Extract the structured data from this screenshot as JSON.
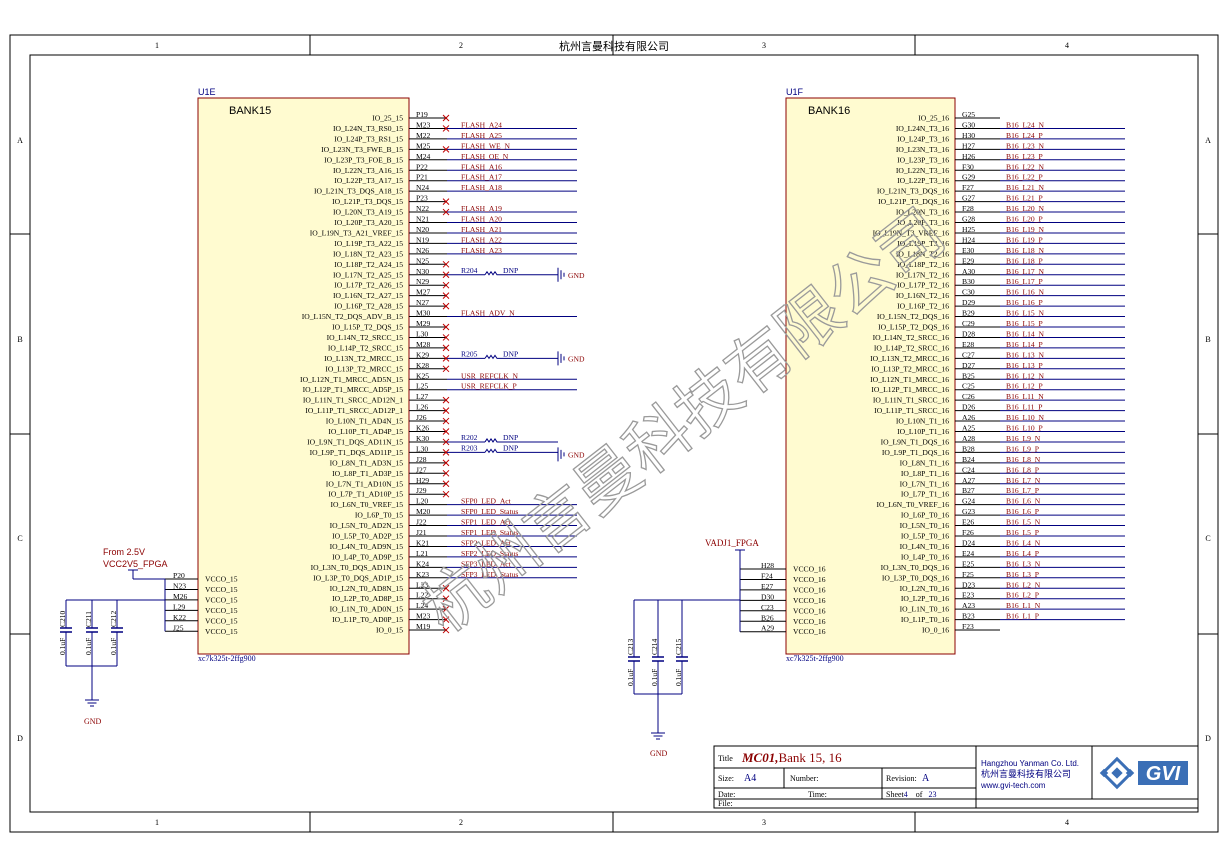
{
  "company": "杭州言曼科技有限公司",
  "watermark": "杭州言曼科技有限公司",
  "zones": {
    "cols": [
      "1",
      "2",
      "3",
      "4"
    ],
    "rows": [
      "A",
      "B",
      "C",
      "D"
    ]
  },
  "title_block": {
    "title_label": "Title",
    "title_bold": "MC01,",
    "title_rest": "Bank 15, 16",
    "size_label": "Size:",
    "size_value": "A4",
    "number_label": "Number:",
    "revision_label": "Revision:",
    "revision_value": "A",
    "date_label": "Date:",
    "time_label": "Time:",
    "sheet_label": "Sheet",
    "sheet_num": "4",
    "of_label": "of",
    "sheet_total": "23",
    "file_label": "File:",
    "company_en": "Hangzhou Yanman Co. Ltd.",
    "company_cn": "杭州言曼科技有限公司",
    "website": "www.gvi-tech.com",
    "logo_text": "GVI"
  },
  "left_part": {
    "ref": "U1E",
    "bank": "BANK15",
    "part_no": "xc7k325t-2ffg900",
    "pins": [
      {
        "name": "IO_25_15",
        "num": "P19",
        "net": "",
        "x": true
      },
      {
        "name": "IO_L24N_T3_RS0_15",
        "num": "M23",
        "net": "FLASH_A24",
        "x": true
      },
      {
        "name": "IO_L24P_T3_RS1_15",
        "num": "M22",
        "net": "FLASH_A25",
        "x": false
      },
      {
        "name": "IO_L23N_T3_FWE_B_15",
        "num": "M25",
        "net": "FLASH_WE_N",
        "x": true
      },
      {
        "name": "IO_L23P_T3_FOE_B_15",
        "num": "M24",
        "net": "FLASH_OE_N",
        "x": false
      },
      {
        "name": "IO_L22N_T3_A16_15",
        "num": "P22",
        "net": "FLASH_A16",
        "x": false
      },
      {
        "name": "IO_L22P_T3_A17_15",
        "num": "P21",
        "net": "FLASH_A17",
        "x": false
      },
      {
        "name": "IO_L21N_T3_DQS_A18_15",
        "num": "N24",
        "net": "FLASH_A18",
        "x": false
      },
      {
        "name": "IO_L21P_T3_DQS_15",
        "num": "P23",
        "net": "",
        "x": true
      },
      {
        "name": "IO_L20N_T3_A19_15",
        "num": "N22",
        "net": "FLASH_A19",
        "x": true
      },
      {
        "name": "IO_L20P_T3_A20_15",
        "num": "N21",
        "net": "FLASH_A20",
        "x": false
      },
      {
        "name": "IO_L19N_T3_A21_VREF_15",
        "num": "N20",
        "net": "FLASH_A21",
        "x": false
      },
      {
        "name": "IO_L19P_T3_A22_15",
        "num": "N19",
        "net": "FLASH_A22",
        "x": false
      },
      {
        "name": "IO_L18N_T2_A23_15",
        "num": "N26",
        "net": "FLASH_A23",
        "x": false
      },
      {
        "name": "IO_L18P_T2_A24_15",
        "num": "N25",
        "net": "",
        "x": true
      },
      {
        "name": "IO_L17N_T2_A25_15",
        "num": "N30",
        "net": "",
        "x": true
      },
      {
        "name": "IO_L17P_T2_A26_15",
        "num": "N29",
        "net": "",
        "x": true
      },
      {
        "name": "IO_L16N_T2_A27_15",
        "num": "M27",
        "net": "",
        "x": true
      },
      {
        "name": "IO_L16P_T2_A28_15",
        "num": "N27",
        "net": "",
        "x": true
      },
      {
        "name": "IO_L15N_T2_DQS_ADV_B_15",
        "num": "M30",
        "net": "FLASH_ADV_N",
        "x": false
      },
      {
        "name": "IO_L15P_T2_DQS_15",
        "num": "M29",
        "net": "",
        "x": true
      },
      {
        "name": "IO_L14N_T2_SRCC_15",
        "num": "L30",
        "net": "",
        "x": true
      },
      {
        "name": "IO_L14P_T2_SRCC_15",
        "num": "M28",
        "net": "",
        "x": true
      },
      {
        "name": "IO_L13N_T2_MRCC_15",
        "num": "K29",
        "net": "",
        "x": true
      },
      {
        "name": "IO_L13P_T2_MRCC_15",
        "num": "K28",
        "net": "",
        "x": true
      },
      {
        "name": "IO_L12N_T1_MRCC_AD5N_15",
        "num": "K25",
        "net": "USR_REFCLK_N",
        "x": false
      },
      {
        "name": "IO_L12P_T1_MRCC_AD5P_15",
        "num": "L25",
        "net": "USR_REFCLK_P",
        "x": false
      },
      {
        "name": "IO_L11N_T1_SRCC_AD12N_1",
        "num": "L27",
        "net": "",
        "x": true
      },
      {
        "name": "IO_L11P_T1_SRCC_AD12P_1",
        "num": "L26",
        "net": "",
        "x": true
      },
      {
        "name": "IO_L10N_T1_AD4N_15",
        "num": "J26",
        "net": "",
        "x": true
      },
      {
        "name": "IO_L10P_T1_AD4P_15",
        "num": "K26",
        "net": "",
        "x": true
      },
      {
        "name": "IO_L9N_T1_DQS_AD11N_15",
        "num": "K30",
        "net": "",
        "x": true
      },
      {
        "name": "IO_L9P_T1_DQS_AD11P_15",
        "num": "L30",
        "net": "",
        "x": true
      },
      {
        "name": "IO_L8N_T1_AD3N_15",
        "num": "J28",
        "net": "",
        "x": true
      },
      {
        "name": "IO_L8P_T1_AD3P_15",
        "num": "J27",
        "net": "",
        "x": true
      },
      {
        "name": "IO_L7N_T1_AD10N_15",
        "num": "H29",
        "net": "",
        "x": true
      },
      {
        "name": "IO_L7P_T1_AD10P_15",
        "num": "J29",
        "net": "",
        "x": true
      },
      {
        "name": "IO_L6N_T0_VREF_15",
        "num": "L20",
        "net": "SFP0_LED_Act",
        "x": false
      },
      {
        "name": "IO_L6P_T0_15",
        "num": "M20",
        "net": "SFP0_LED_Status",
        "x": false
      },
      {
        "name": "IO_L5N_T0_AD2N_15",
        "num": "J22",
        "net": "SFP1_LED_Act",
        "x": false
      },
      {
        "name": "IO_L5P_T0_AD2P_15",
        "num": "J21",
        "net": "SFP1_LED_Status",
        "x": false
      },
      {
        "name": "IO_L4N_T0_AD9N_15",
        "num": "K21",
        "net": "SFP2_LED_Act",
        "x": false
      },
      {
        "name": "IO_L4P_T0_AD9P_15",
        "num": "L21",
        "net": "SFP2_LED_Status",
        "x": false
      },
      {
        "name": "IO_L3N_T0_DQS_AD1N_15",
        "num": "K24",
        "net": "SFP3_LED_Act",
        "x": false
      },
      {
        "name": "IO_L3P_T0_DQS_AD1P_15",
        "num": "K23",
        "net": "SFP3_LED_Status",
        "x": false
      },
      {
        "name": "IO_L2N_T0_AD8N_15",
        "num": "L23",
        "net": "",
        "x": true
      },
      {
        "name": "IO_L2P_T0_AD8P_15",
        "num": "L22",
        "net": "",
        "x": true
      },
      {
        "name": "IO_L1N_T0_AD0N_15",
        "num": "L24",
        "net": "",
        "x": true
      },
      {
        "name": "IO_L1P_T0_AD0P_15",
        "num": "M23",
        "net": "",
        "x": true
      },
      {
        "name": "IO_0_15",
        "num": "M19",
        "net": "",
        "x": true
      }
    ],
    "vcco_pins": [
      {
        "name": "VCCO_15",
        "num": "P20"
      },
      {
        "name": "VCCO_15",
        "num": "N23"
      },
      {
        "name": "VCCO_15",
        "num": "M26"
      },
      {
        "name": "VCCO_15",
        "num": "L29"
      },
      {
        "name": "VCCO_15",
        "num": "K22"
      },
      {
        "name": "VCCO_15",
        "num": "J25"
      }
    ],
    "power_note": "From 2.5V",
    "power_net": "VCC2V5_FPGA",
    "caps": [
      {
        "ref": "C210",
        "value": "0.1uF"
      },
      {
        "ref": "C211",
        "value": "0.1uF"
      },
      {
        "ref": "C212",
        "value": "0.1uF"
      }
    ],
    "gnd": "GND",
    "resistors": [
      {
        "ref": "R204",
        "value": "DNP",
        "gnd": "GND"
      },
      {
        "ref": "R205",
        "value": "DNP",
        "gnd": "GND"
      },
      {
        "ref": "R202",
        "value": "DNP",
        "gnd": ""
      },
      {
        "ref": "R203",
        "value": "DNP",
        "gnd": "GND"
      }
    ]
  },
  "right_part": {
    "ref": "U1F",
    "bank": "BANK16",
    "part_no": "xc7k325t-2ffg900",
    "pins": [
      {
        "name": "IO_25_16",
        "num": "G25",
        "net": "",
        "x": false
      },
      {
        "name": "IO_L24N_T3_16",
        "num": "G30",
        "net": "B16_L24_N",
        "x": false
      },
      {
        "name": "IO_L24P_T3_16",
        "num": "H30",
        "net": "B16_L24_P",
        "x": false
      },
      {
        "name": "IO_L23N_T3_16",
        "num": "H27",
        "net": "B16_L23_N",
        "x": false
      },
      {
        "name": "IO_L23P_T3_16",
        "num": "H26",
        "net": "B16_L23_P",
        "x": false
      },
      {
        "name": "IO_L22N_T3_16",
        "num": "F30",
        "net": "B16_L22_N",
        "x": false
      },
      {
        "name": "IO_L22P_T3_16",
        "num": "G29",
        "net": "B16_L22_P",
        "x": false
      },
      {
        "name": "IO_L21N_T3_DQS_16",
        "num": "F27",
        "net": "B16_L21_N",
        "x": false
      },
      {
        "name": "IO_L21P_T3_DQS_16",
        "num": "G27",
        "net": "B16_L21_P",
        "x": false
      },
      {
        "name": "IO_L20N_T3_16",
        "num": "F28",
        "net": "B16_L20_N",
        "x": false
      },
      {
        "name": "IO_L20P_T3_16",
        "num": "G28",
        "net": "B16_L20_P",
        "x": false
      },
      {
        "name": "IO_L19N_T3_VREF_16",
        "num": "H25",
        "net": "B16_L19_N",
        "x": false
      },
      {
        "name": "IO_L19P_T3_16",
        "num": "H24",
        "net": "B16_L19_P",
        "x": false
      },
      {
        "name": "IO_L18N_T2_16",
        "num": "E30",
        "net": "B16_L18_N",
        "x": false
      },
      {
        "name": "IO_L18P_T2_16",
        "num": "E29",
        "net": "B16_L18_P",
        "x": false
      },
      {
        "name": "IO_L17N_T2_16",
        "num": "A30",
        "net": "B16_L17_N",
        "x": false
      },
      {
        "name": "IO_L17P_T2_16",
        "num": "B30",
        "net": "B16_L17_P",
        "x": false
      },
      {
        "name": "IO_L16N_T2_16",
        "num": "C30",
        "net": "B16_L16_N",
        "x": false
      },
      {
        "name": "IO_L16P_T2_16",
        "num": "D29",
        "net": "B16_L16_P",
        "x": false
      },
      {
        "name": "IO_L15N_T2_DQS_16",
        "num": "B29",
        "net": "B16_L15_N",
        "x": false
      },
      {
        "name": "IO_L15P_T2_DQS_16",
        "num": "C29",
        "net": "B16_L15_P",
        "x": false
      },
      {
        "name": "IO_L14N_T2_SRCC_16",
        "num": "D28",
        "net": "B16_L14_N",
        "x": false
      },
      {
        "name": "IO_L14P_T2_SRCC_16",
        "num": "E28",
        "net": "B16_L14_P",
        "x": false
      },
      {
        "name": "IO_L13N_T2_MRCC_16",
        "num": "C27",
        "net": "B16_L13_N",
        "x": false
      },
      {
        "name": "IO_L13P_T2_MRCC_16",
        "num": "D27",
        "net": "B16_L13_P",
        "x": false
      },
      {
        "name": "IO_L12N_T1_MRCC_16",
        "num": "B25",
        "net": "B16_L12_N",
        "x": false
      },
      {
        "name": "IO_L12P_T1_MRCC_16",
        "num": "C25",
        "net": "B16_L12_P",
        "x": false
      },
      {
        "name": "IO_L11N_T1_SRCC_16",
        "num": "C26",
        "net": "B16_L11_N",
        "x": false
      },
      {
        "name": "IO_L11P_T1_SRCC_16",
        "num": "D26",
        "net": "B16_L11_P",
        "x": false
      },
      {
        "name": "IO_L10N_T1_16",
        "num": "A26",
        "net": "B16_L10_N",
        "x": false
      },
      {
        "name": "IO_L10P_T1_16",
        "num": "A25",
        "net": "B16_L10_P",
        "x": false
      },
      {
        "name": "IO_L9N_T1_DQS_16",
        "num": "A28",
        "net": "B16_L9_N",
        "x": false
      },
      {
        "name": "IO_L9P_T1_DQS_16",
        "num": "B28",
        "net": "B16_L9_P",
        "x": false
      },
      {
        "name": "IO_L8N_T1_16",
        "num": "B24",
        "net": "B16_L8_N",
        "x": false
      },
      {
        "name": "IO_L8P_T1_16",
        "num": "C24",
        "net": "B16_L8_P",
        "x": false
      },
      {
        "name": "IO_L7N_T1_16",
        "num": "A27",
        "net": "B16_L7_N",
        "x": false
      },
      {
        "name": "IO_L7P_T1_16",
        "num": "B27",
        "net": "B16_L7_P",
        "x": false
      },
      {
        "name": "IO_L6N_T0_VREF_16",
        "num": "G24",
        "net": "B16_L6_N",
        "x": false
      },
      {
        "name": "IO_L6P_T0_16",
        "num": "G23",
        "net": "B16_L6_P",
        "x": false
      },
      {
        "name": "IO_L5N_T0_16",
        "num": "E26",
        "net": "B16_L5_N",
        "x": false
      },
      {
        "name": "IO_L5P_T0_16",
        "num": "F26",
        "net": "B16_L5_P",
        "x": false
      },
      {
        "name": "IO_L4N_T0_16",
        "num": "D24",
        "net": "B16_L4_N",
        "x": false
      },
      {
        "name": "IO_L4P_T0_16",
        "num": "E24",
        "net": "B16_L4_P",
        "x": false
      },
      {
        "name": "IO_L3N_T0_DQS_16",
        "num": "E25",
        "net": "B16_L3_N",
        "x": false
      },
      {
        "name": "IO_L3P_T0_DQS_16",
        "num": "F25",
        "net": "B16_L3_P",
        "x": false
      },
      {
        "name": "IO_L2N_T0_16",
        "num": "D23",
        "net": "B16_L2_N",
        "x": false
      },
      {
        "name": "IO_L2P_T0_16",
        "num": "E23",
        "net": "B16_L2_P",
        "x": false
      },
      {
        "name": "IO_L1N_T0_16",
        "num": "A23",
        "net": "B16_L1_N",
        "x": false
      },
      {
        "name": "IO_L1P_T0_16",
        "num": "B23",
        "net": "B16_L1_P",
        "x": false
      },
      {
        "name": "IO_0_16",
        "num": "F23",
        "net": "",
        "x": false
      }
    ],
    "vcco_pins": [
      {
        "name": "VCCO_16",
        "num": "H28"
      },
      {
        "name": "VCCO_16",
        "num": "F24"
      },
      {
        "name": "VCCO_16",
        "num": "E27"
      },
      {
        "name": "VCCO_16",
        "num": "D30"
      },
      {
        "name": "VCCO_16",
        "num": "C23"
      },
      {
        "name": "VCCO_16",
        "num": "B26"
      },
      {
        "name": "VCCO_16",
        "num": "A29"
      }
    ],
    "power_net": "VADJ1_FPGA",
    "caps": [
      {
        "ref": "C213",
        "value": "0.1uF"
      },
      {
        "ref": "C214",
        "value": "0.1uF"
      },
      {
        "ref": "C215",
        "value": "0.1uF"
      }
    ],
    "gnd": "GND"
  },
  "colors": {
    "frame": "#000000",
    "part_outline": "#8b0000",
    "part_fill": "#fffbd0",
    "net_label": "#8b0000",
    "wire": "#000080",
    "ref_label": "#000080",
    "watermark": "#9a9a9a",
    "logo_blue": "#3b6fb6"
  }
}
